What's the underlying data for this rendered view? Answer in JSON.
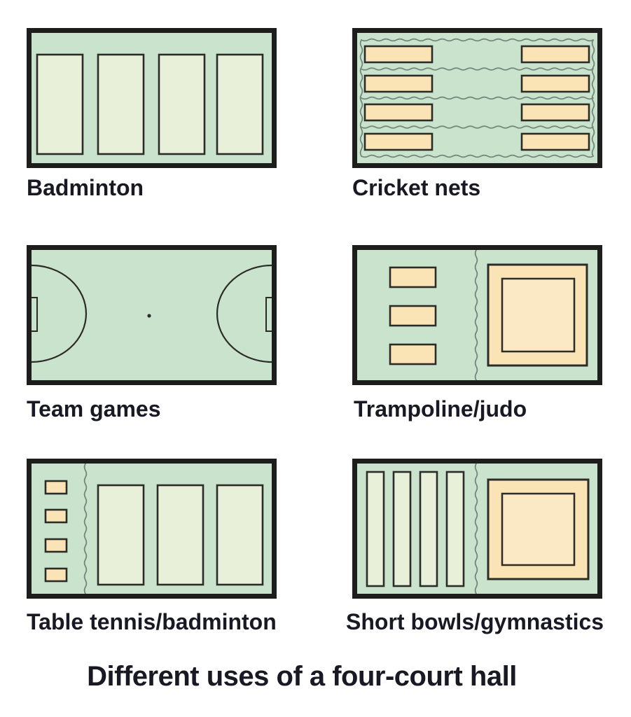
{
  "figure": {
    "caption": "Different uses of a four-court hall",
    "panels": [
      {
        "label": "Badminton",
        "badminton_courts": 4
      },
      {
        "label": "Cricket nets",
        "net_lanes": 4,
        "batting_mats": 8
      },
      {
        "label": "Team games",
        "features": "pitch with two D-arcs, two goals, centre spot"
      },
      {
        "label": "Trampoline/judo",
        "trampolines": 3,
        "judo_mat_squares": 2
      },
      {
        "label": "Table tennis/badminton",
        "table_tennis_tables": 4,
        "badminton_courts": 3
      },
      {
        "label": "Short bowls/gymnastics",
        "bowls_rinks": 4,
        "gymnastics_mat_squares": 2
      }
    ],
    "colors": {
      "background": "#ffffff",
      "hall_green": "#c9e3cd",
      "court_green": "#e8f0da",
      "mat_cream": "#fae3b4",
      "mat_cream_inner": "#fbe9c6",
      "outline_dark": "#2b2b28",
      "panel_border": "#1d1d1b",
      "net_gray": "#74857b",
      "text": "#191923"
    }
  }
}
